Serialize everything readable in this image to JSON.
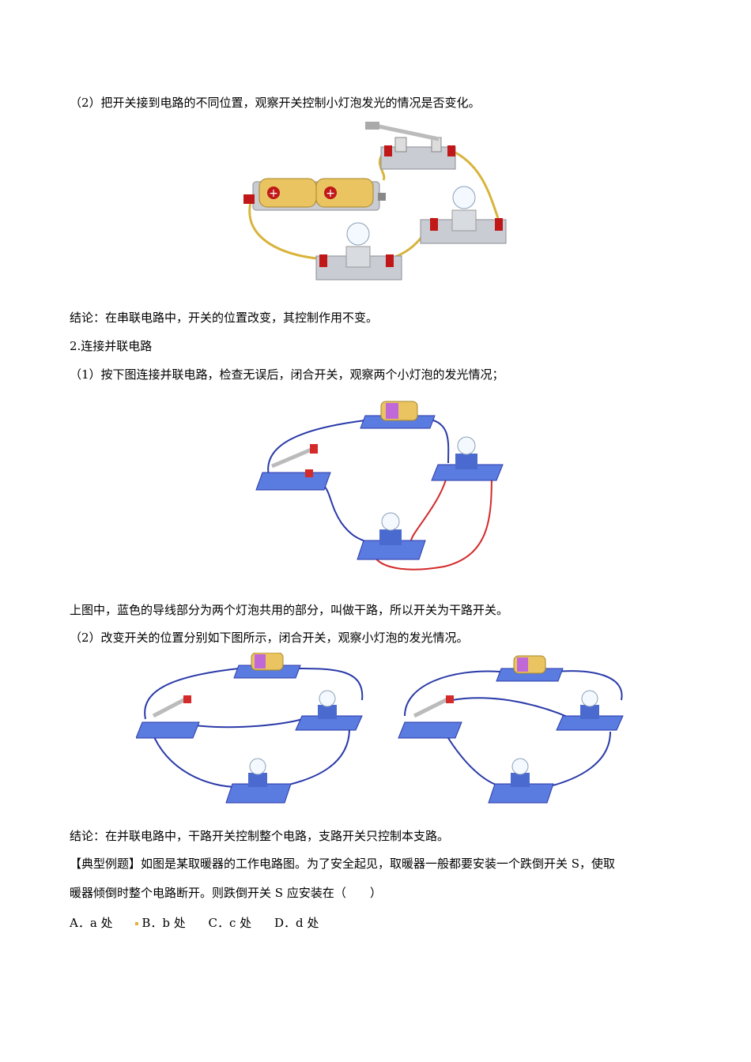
{
  "text": {
    "p1": "（2）把开关接到电路的不同位置，观察开关控制小灯泡发光的情况是否变化。",
    "p2": "结论：在串联电路中，开关的位置改变，其控制作用不变。",
    "p3": "2.连接并联电路",
    "p4": "（1）按下图连接并联电路，检查无误后，闭合开关，观察两个小灯泡的发光情况；",
    "p5": "上图中，蓝色的导线部分为两个灯泡共用的部分，叫做干路，所以开关为干路开关。",
    "p6": "（2）改变开关的位置分别如下图所示，闭合开关，观察小灯泡的发光情况。",
    "p7": "结论：在并联电路中，干路开关控制整个电路，支路开关只控制本支路。",
    "p8": "【典型例题】如图是某取暖器的工作电路图。为了安全起见，取暖器一般都要安装一个跌倒开关 S，使取",
    "p9": "暖器倾倒时整个电路断开。则跌倒开关 S 应安装在（　　）"
  },
  "options": {
    "a": "A．a 处",
    "b": "B．b 处",
    "c": "C．c 处",
    "d": "D．d 处"
  },
  "colors": {
    "battery_gold": "#e9c460",
    "wire_yellow": "#d8b43c",
    "wire_blue": "#2a3aa8",
    "wire_red": "#d42a2a",
    "base_gray": "#c9ccd2",
    "base_blue": "#5a7be0",
    "terminal_red": "#c01818"
  }
}
